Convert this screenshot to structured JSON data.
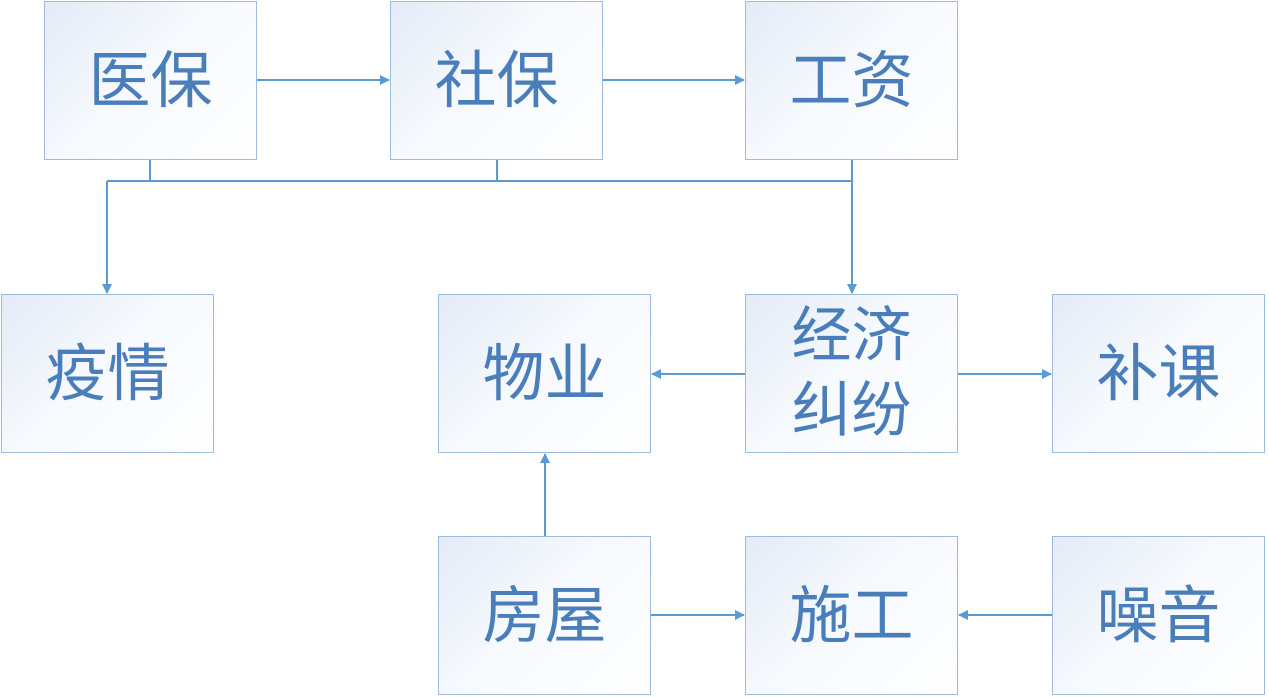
{
  "nodes": {
    "yibao": "医保",
    "shebao": "社保",
    "gongzi": "工资",
    "yiqing": "疫情",
    "wuye": "物业",
    "jingji": "经济纠纷",
    "buke": "补课",
    "fangwu": "房屋",
    "shigong": "施工",
    "zaoyin": "噪音"
  },
  "edges": [
    [
      "医保",
      "社保"
    ],
    [
      "社保",
      "工资"
    ],
    [
      "医保",
      "疫情"
    ],
    [
      "社保",
      "疫情"
    ],
    [
      "工资",
      "疫情"
    ],
    [
      "工资",
      "经济纠纷"
    ],
    [
      "经济纠纷",
      "物业"
    ],
    [
      "经济纠纷",
      "补课"
    ],
    [
      "房屋",
      "物业"
    ],
    [
      "房屋",
      "施工"
    ],
    [
      "噪音",
      "施工"
    ]
  ],
  "colors": {
    "line": "#5b9bd5",
    "text": "#4a7ebb",
    "border": "#9dbbdc"
  }
}
